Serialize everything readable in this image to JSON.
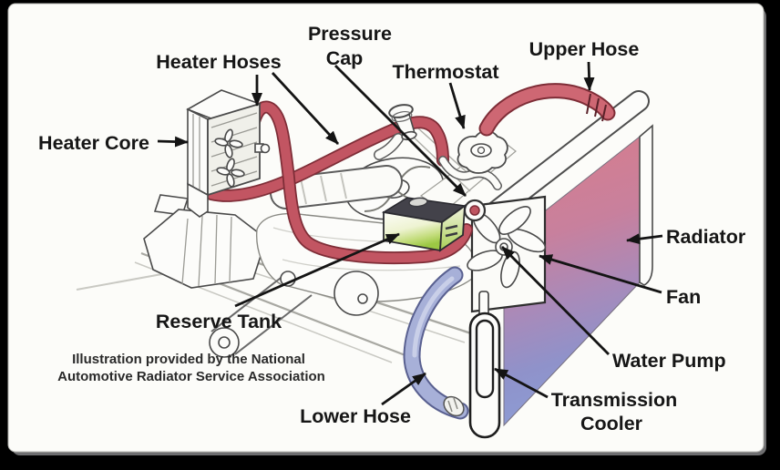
{
  "window": {
    "background": "#000000",
    "panel_background": "#fcfcf9"
  },
  "diagram": {
    "title_context": "Automotive engine cooling system illustration",
    "labels": {
      "heater_hoses": "Heater Hoses",
      "pressure_cap_line1": "Pressure",
      "pressure_cap_line2": "Cap",
      "thermostat": "Thermostat",
      "upper_hose": "Upper Hose",
      "heater_core": "Heater Core",
      "radiator": "Radiator",
      "fan": "Fan",
      "water_pump": "Water Pump",
      "transmission_cooler_line1": "Transmission",
      "transmission_cooler_line2": "Cooler",
      "lower_hose": "Lower Hose",
      "reserve_tank": "Reserve Tank"
    },
    "attribution": {
      "line1": "Illustration provided by the National",
      "line2": "Automotive Radiator Service Association"
    },
    "colors": {
      "hot_coolant_hose": "#c25562",
      "hose_outline": "#7e2d37",
      "upper_hose": "#ce6773",
      "radiator_hot_top": "#d97d8a",
      "radiator_cold_bottom": "#8d9cd4",
      "lower_hose_cold": "#a7b0d8",
      "reserve_tank_green": "#9cc844",
      "reserve_tank_lid": "#43424a",
      "label_text": "#161616",
      "line_art": "#4a4a4a"
    }
  }
}
